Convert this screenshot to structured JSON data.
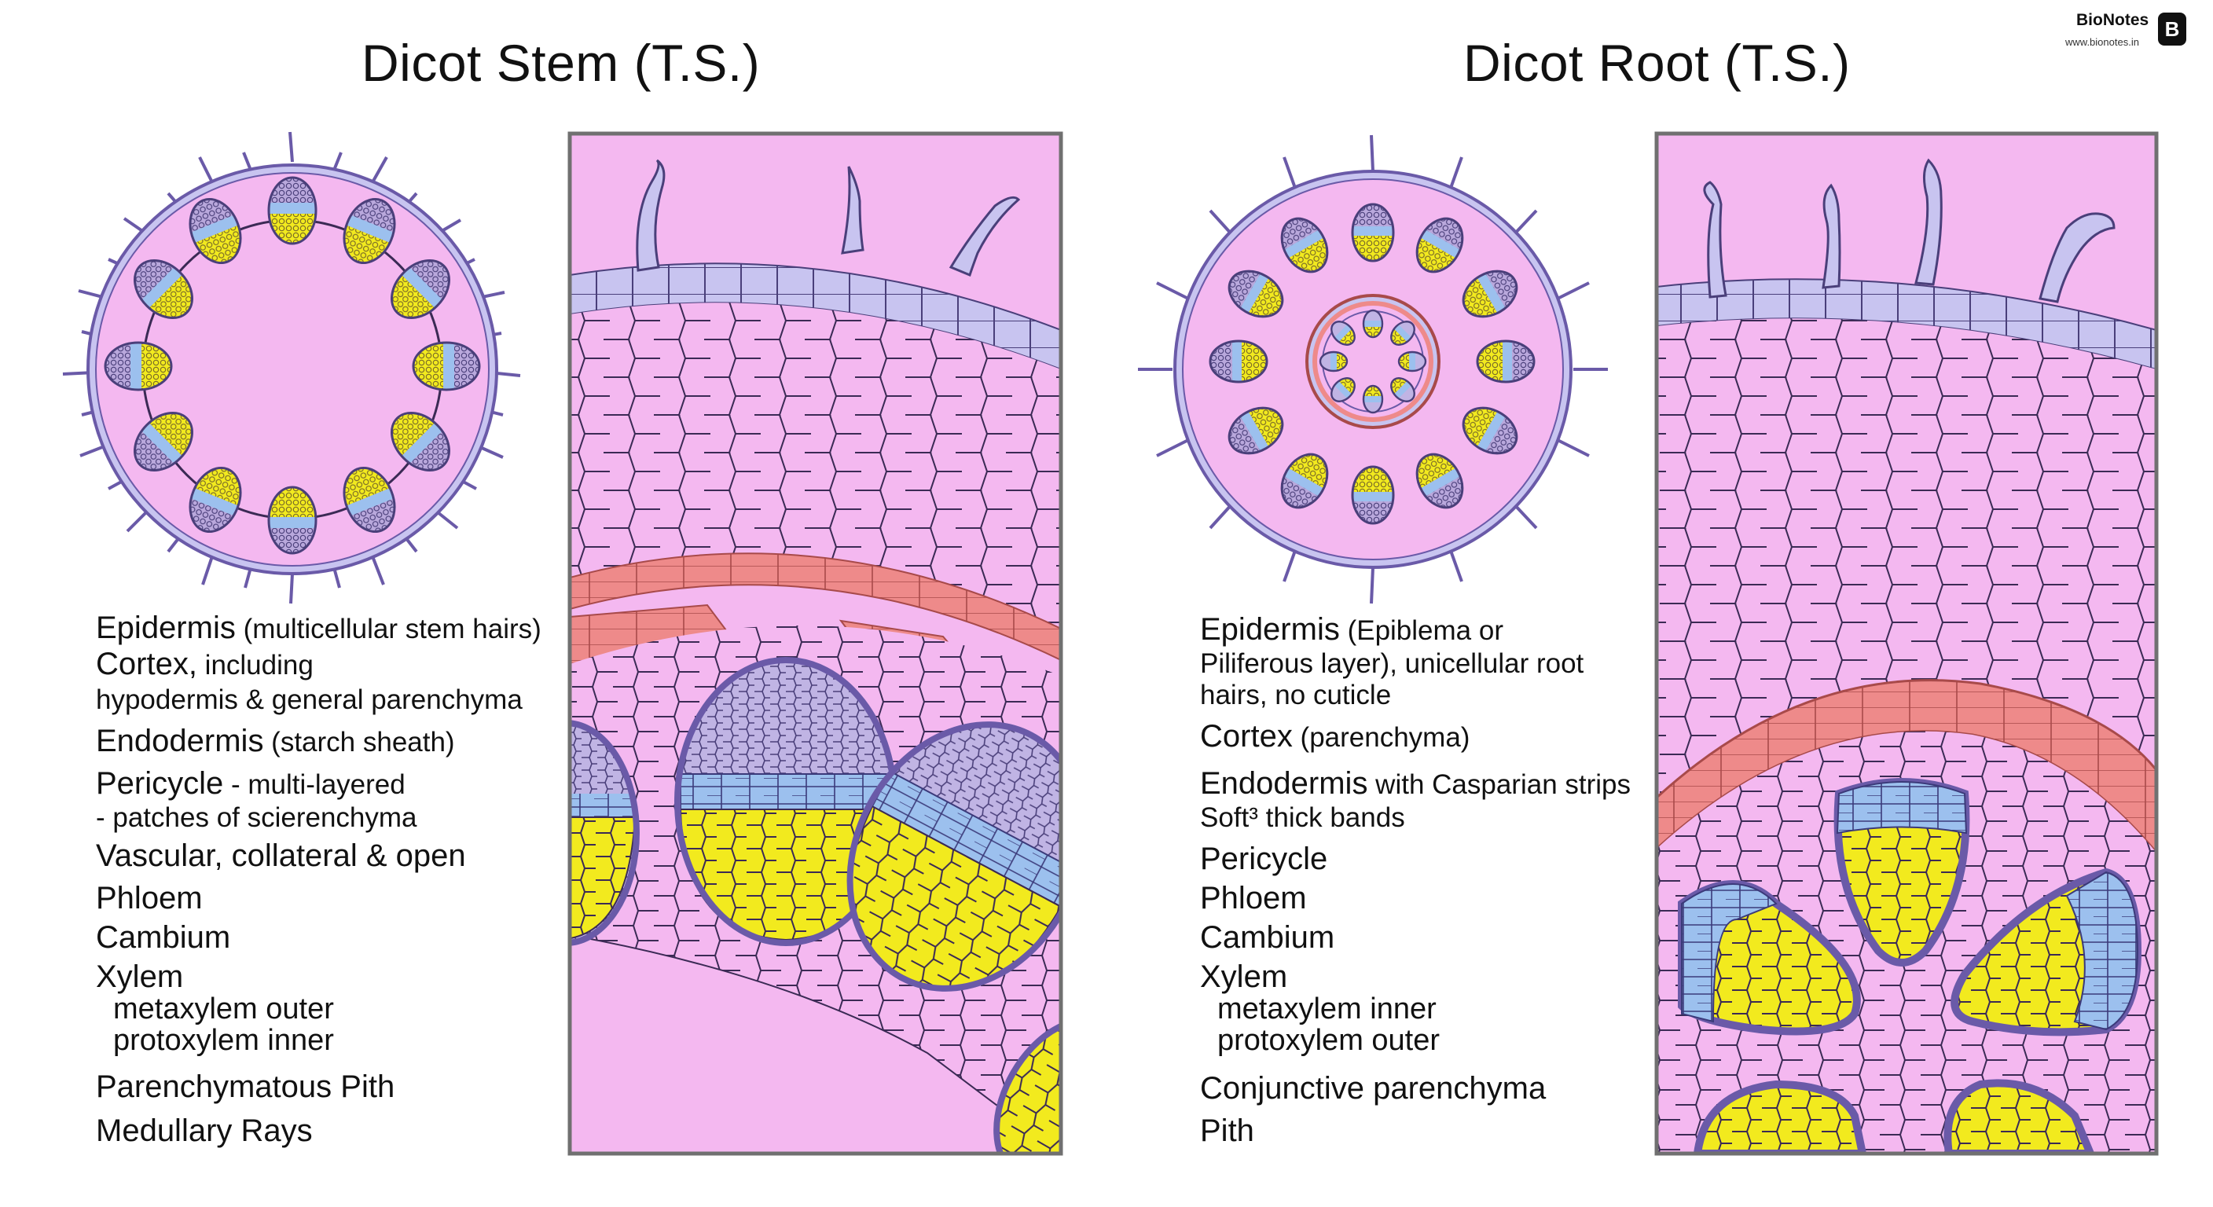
{
  "stem": {
    "title": "Dicot Stem (T.S.)",
    "labels": [
      {
        "main": "Epidermis",
        "sub": " (multicellular stem hairs)"
      },
      {
        "main": "Cortex,",
        "sub": " including"
      },
      {
        "main": "",
        "sub": "hypodermis & general parenchyma"
      },
      {
        "main": "Endodermis",
        "sub": " (starch sheath)"
      },
      {
        "main": "Pericycle",
        "sub": " - multi-layered"
      },
      {
        "main": "",
        "sub": "- patches of scierenchyma"
      },
      {
        "main": "Vascular, collateral & open",
        "sub": ""
      },
      {
        "main": "Phloem",
        "sub": ""
      },
      {
        "main": "Cambium",
        "sub": ""
      },
      {
        "main": "Xylem",
        "sub": ""
      },
      {
        "main": "metaxylem outer",
        "sub": ""
      },
      {
        "main": "protoxylem inner",
        "sub": ""
      },
      {
        "main": "Parenchymatous Pith",
        "sub": ""
      },
      {
        "main": "Medullary Rays",
        "sub": ""
      }
    ]
  },
  "root": {
    "title": "Dicot Root (T.S.)",
    "labels": [
      {
        "main": "Epidermis",
        "sub": " (Epiblema or"
      },
      {
        "main": "",
        "sub": "Piliferous layer), unicellular root"
      },
      {
        "main": "",
        "sub": "hairs, no cuticle"
      },
      {
        "main": "Cortex",
        "sub": " (parenchyma)"
      },
      {
        "main": "Endodermis",
        "sub": " with Casparian strips"
      },
      {
        "main": "",
        "sub": "Soft³ thick bands"
      },
      {
        "main": "Pericycle",
        "sub": ""
      },
      {
        "main": "Phloem",
        "sub": ""
      },
      {
        "main": "Cambium",
        "sub": ""
      },
      {
        "main": "Xylem",
        "sub": ""
      },
      {
        "main": "metaxylem inner",
        "sub": ""
      },
      {
        "main": "protoxylem outer",
        "sub": ""
      },
      {
        "main": "Conjunctive parenchyma",
        "sub": ""
      },
      {
        "main": "Pith",
        "sub": ""
      }
    ]
  },
  "brand": {
    "name": "BioNotes",
    "url": "www.bionotes.in",
    "logo_letter": "B"
  },
  "colors": {
    "ground_tissue": "#f4b8f0",
    "epidermis": "#c8c4f0",
    "outline": "#6a5aa8",
    "xylem": "#f2ea1e",
    "cambium": "#9cc0ee",
    "phloem": "#b8a8dc",
    "endodermis_band": "#ee8a8a",
    "panel_border": "#707070"
  }
}
